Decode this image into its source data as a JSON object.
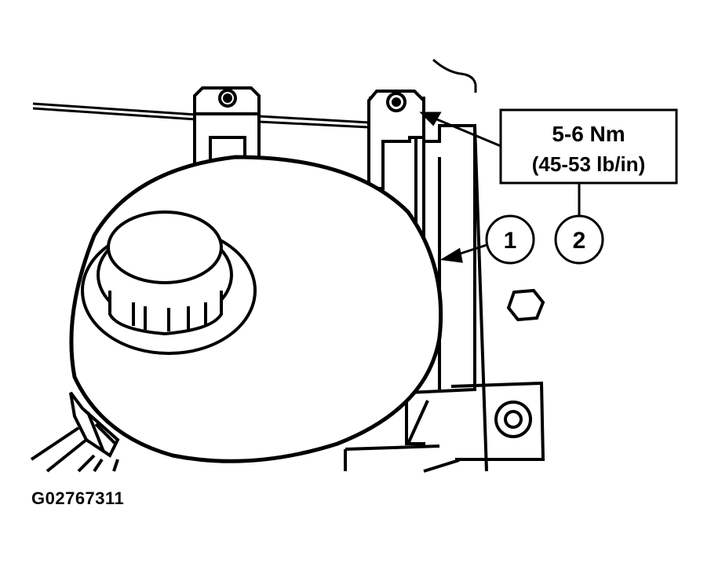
{
  "torque_callout": {
    "value_nm": "5-6 Nm",
    "value_lbin": "(45-53 lb/in)"
  },
  "labels": {
    "item1": "1",
    "item2": "2"
  },
  "figure_id": "G02767311",
  "colors": {
    "ink": "#000000",
    "paper": "#ffffff"
  }
}
